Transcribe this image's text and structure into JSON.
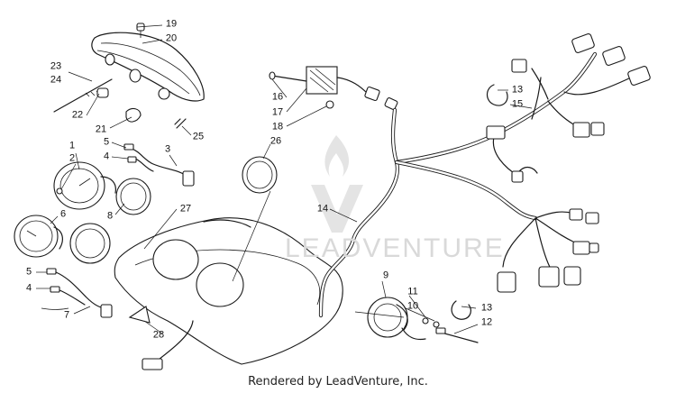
{
  "diagram": {
    "callouts": [
      {
        "n": "1"
      },
      {
        "n": "2"
      },
      {
        "n": "3"
      },
      {
        "n": "4"
      },
      {
        "n": "4"
      },
      {
        "n": "5"
      },
      {
        "n": "5"
      },
      {
        "n": "6"
      },
      {
        "n": "7"
      },
      {
        "n": "8"
      },
      {
        "n": "9"
      },
      {
        "n": "10"
      },
      {
        "n": "11"
      },
      {
        "n": "12"
      },
      {
        "n": "13"
      },
      {
        "n": "13"
      },
      {
        "n": "14"
      },
      {
        "n": "15"
      },
      {
        "n": "16"
      },
      {
        "n": "17"
      },
      {
        "n": "18"
      },
      {
        "n": "19"
      },
      {
        "n": "20"
      },
      {
        "n": "21"
      },
      {
        "n": "22"
      },
      {
        "n": "23"
      },
      {
        "n": "24"
      },
      {
        "n": "25"
      },
      {
        "n": "26"
      },
      {
        "n": "27"
      },
      {
        "n": "28"
      }
    ]
  },
  "watermark": {
    "text": "LEADVENTURE",
    "color": "#d9d9d9"
  },
  "footer": {
    "credit": "Rendered by LeadVenture, Inc."
  }
}
